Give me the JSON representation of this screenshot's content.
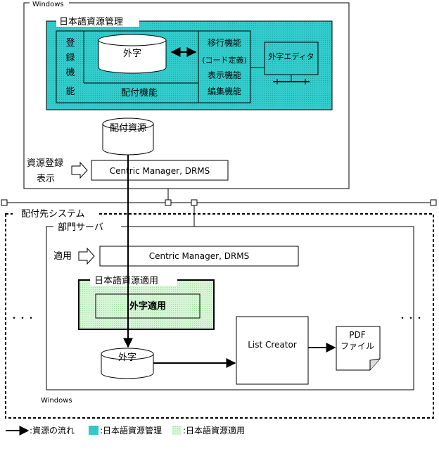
{
  "top_window_label": "Windows",
  "mgmt_title": "日本語資源管理",
  "registration_chars": [
    "登",
    "録",
    "機",
    "能"
  ],
  "gaiji_db_label": "外字",
  "distribution_label": "配付機能",
  "function_labels": [
    "移行機能",
    "(コード定義)",
    "表示機能",
    "編集機能"
  ],
  "gaiji_editor_label": "外字エディタ",
  "distribution_db_label": "配付資源",
  "resource_reg_line1": "資源登録",
  "resource_reg_line2": "表示",
  "centric_top": "Centric Manager, DRMS",
  "dest_system_label": "配付先システム",
  "dept_server_label": "部門サーバ",
  "apply_label": "適用",
  "centric_bottom": "Centric Manager, DRMS",
  "apply_box_title": "日本語資源適用",
  "gaiji_apply_label": "外字適用",
  "gaiji_db_bottom_label": "外字",
  "list_creator_label": "List Creator",
  "pdf_line1": "PDF",
  "pdf_line2": "ファイル",
  "ellipsis": "・・・",
  "bottom_window_label": "Windows",
  "legend": {
    "flow_label": ":資源の流れ",
    "mgmt_label": ":日本語資源管理",
    "apply_label": ":日本語資源適用",
    "mgmt_color": "#33cccc",
    "apply_color": "#ccffcc"
  }
}
